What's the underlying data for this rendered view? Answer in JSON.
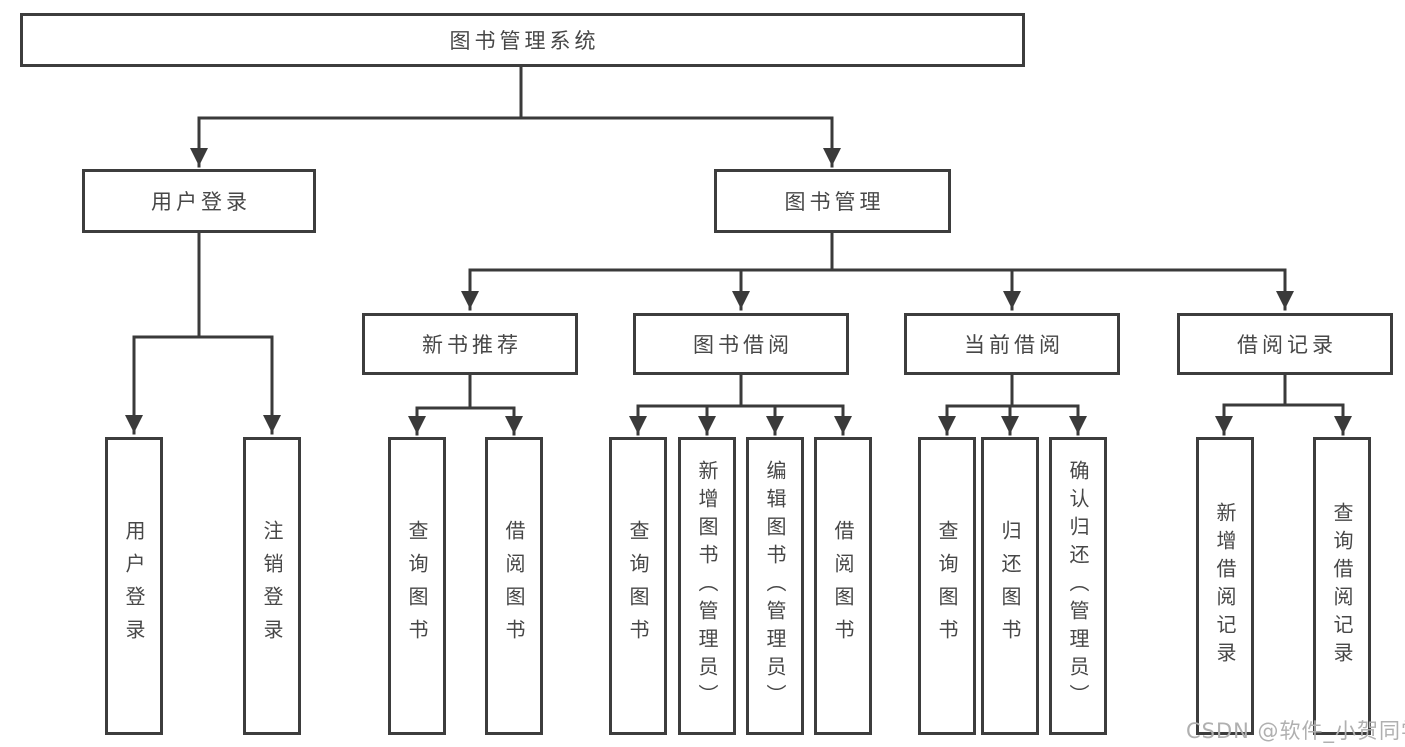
{
  "diagram": {
    "root": {
      "label": "图书管理系统"
    },
    "branches": [
      {
        "label": "用户登录",
        "children": [
          {
            "label": "用户登录"
          },
          {
            "label": "注销登录"
          }
        ]
      },
      {
        "label": "图书管理",
        "children": [
          {
            "label": "新书推荐",
            "children": [
              {
                "label": "查询图书"
              },
              {
                "label": "借阅图书"
              }
            ]
          },
          {
            "label": "图书借阅",
            "children": [
              {
                "label": "查询图书"
              },
              {
                "label": "新增图书（管理员）"
              },
              {
                "label": "编辑图书（管理员）"
              },
              {
                "label": "借阅图书"
              }
            ]
          },
          {
            "label": "当前借阅",
            "children": [
              {
                "label": "查询图书"
              },
              {
                "label": "归还图书"
              },
              {
                "label": "确认归还（管理员）"
              }
            ]
          },
          {
            "label": "借阅记录",
            "children": [
              {
                "label": "新增借阅记录"
              },
              {
                "label": "查询借阅记录"
              }
            ]
          }
        ]
      }
    ]
  },
  "watermark": {
    "text": "CSDN @软件_小贺同学"
  },
  "colors": {
    "line": "#3a3a3a",
    "border": "#3d3d3d",
    "text": "#474747",
    "watermark": "#b0b0b0",
    "bg": "#ffffff"
  }
}
